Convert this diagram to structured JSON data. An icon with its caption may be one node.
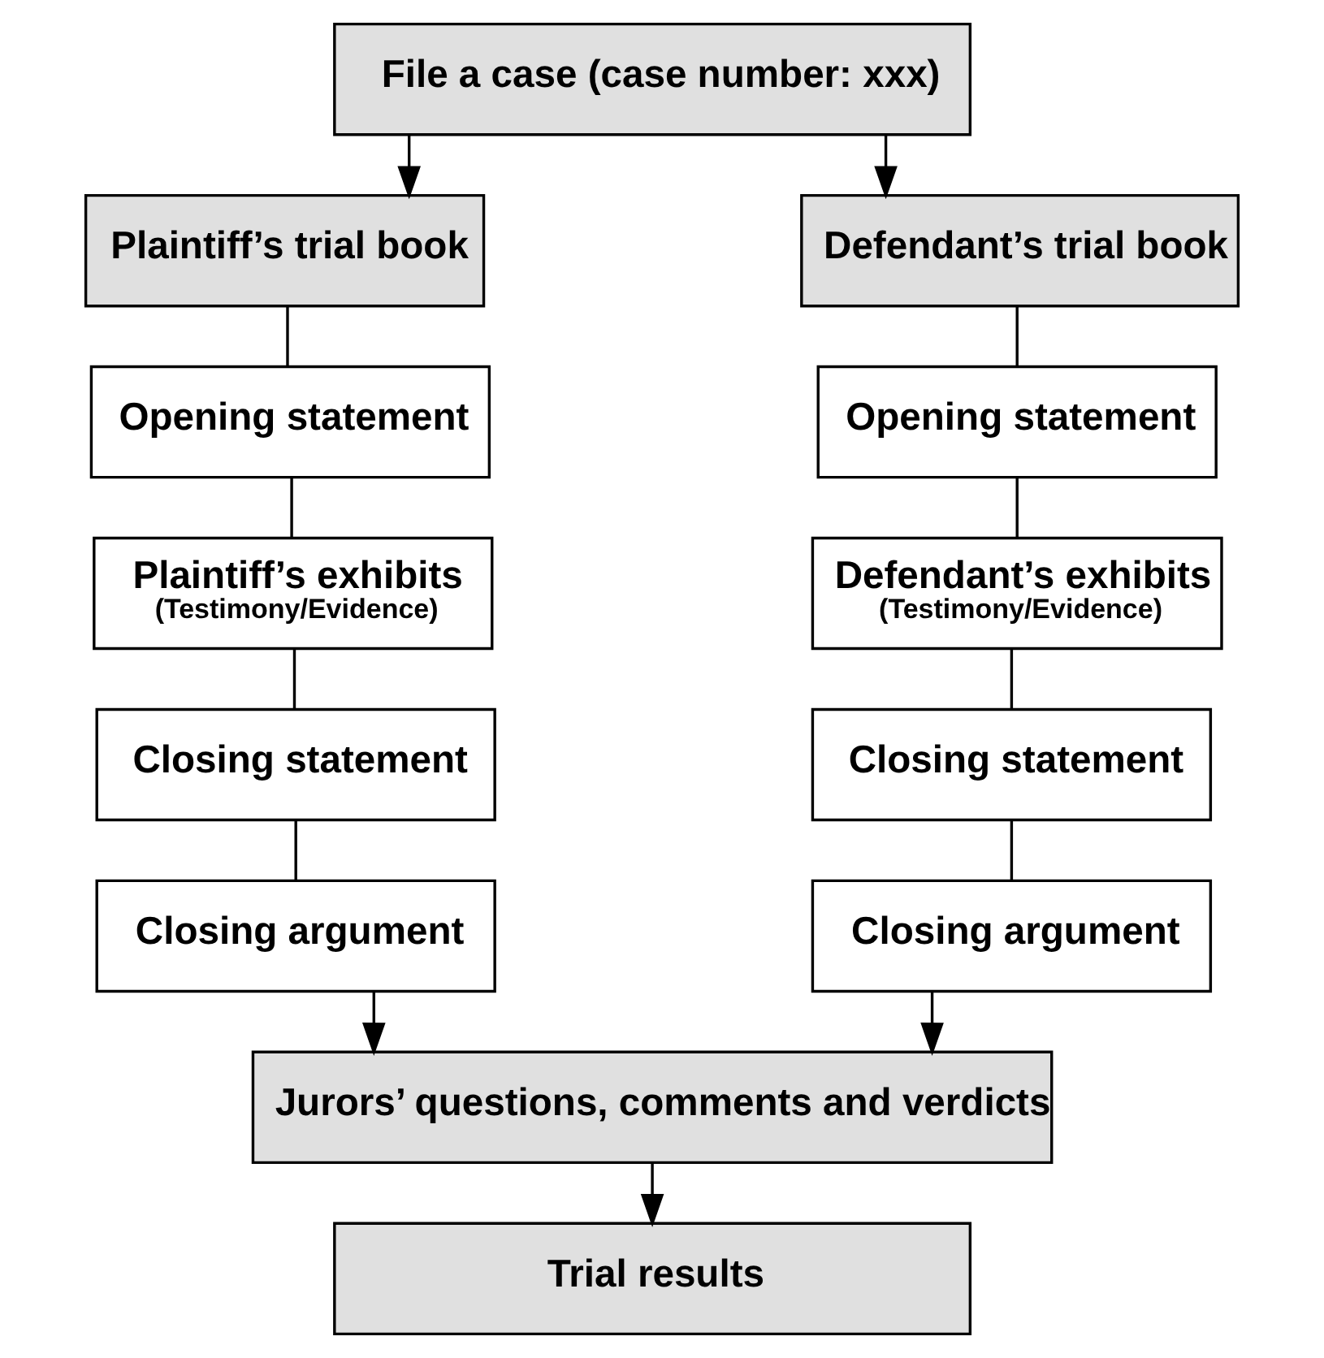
{
  "diagram": {
    "nodes": [
      {
        "text": [
          "File a case (case number: xxx)"
        ]
      },
      {
        "text": [
          "Plaintiff’s trial book"
        ]
      },
      {
        "text": [
          "Opening statement"
        ]
      },
      {
        "text": [
          "Plaintiff’s exhibits",
          "(Testimony/Evidence)"
        ]
      },
      {
        "text": [
          "Closing statement"
        ]
      },
      {
        "text": [
          "Closing argument"
        ]
      },
      {
        "text": [
          "Defendant’s trial book"
        ]
      },
      {
        "text": [
          "Opening statement"
        ]
      },
      {
        "text": [
          "Defendant’s exhibits",
          "(Testimony/Evidence)"
        ]
      },
      {
        "text": [
          "Closing statement"
        ]
      },
      {
        "text": [
          "Closing argument"
        ]
      },
      {
        "text": [
          "Jurors’ questions, comments and verdicts"
        ]
      },
      {
        "text": [
          "Trial results"
        ]
      }
    ],
    "edges": [
      {
        "from": 0,
        "to": 1,
        "arrow": "to"
      },
      {
        "from": 0,
        "to": 6,
        "arrow": "to"
      },
      {
        "from": 1,
        "to": 2,
        "arrow": "none"
      },
      {
        "from": 2,
        "to": 3,
        "arrow": "none"
      },
      {
        "from": 3,
        "to": 4,
        "arrow": "none"
      },
      {
        "from": 4,
        "to": 5,
        "arrow": "none"
      },
      {
        "from": 6,
        "to": 7,
        "arrow": "none"
      },
      {
        "from": 7,
        "to": 8,
        "arrow": "none"
      },
      {
        "from": 8,
        "to": 9,
        "arrow": "none"
      },
      {
        "from": 9,
        "to": 10,
        "arrow": "none"
      },
      {
        "from": 5,
        "to": 11,
        "arrow": "to"
      },
      {
        "from": 10,
        "to": 11,
        "arrow": "to"
      },
      {
        "from": 11,
        "to": 12,
        "arrow": "to"
      }
    ]
  }
}
